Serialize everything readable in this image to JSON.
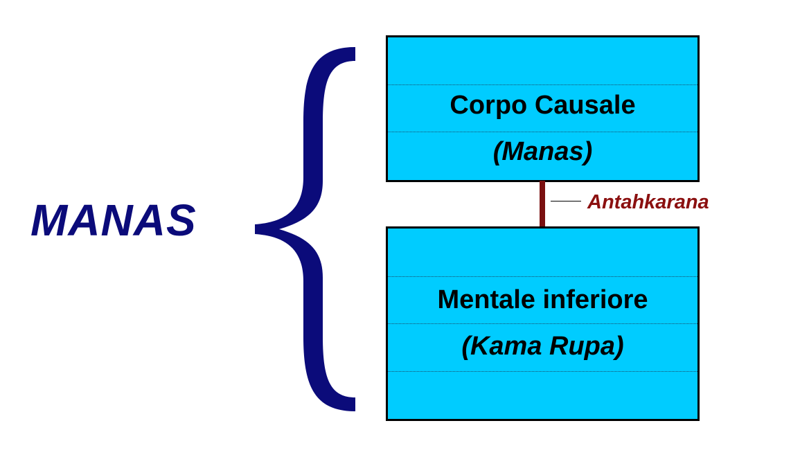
{
  "diagram": {
    "group_label": "MANAS",
    "upper_box": {
      "title": "Corpo Causale",
      "subtitle": "(Manas)"
    },
    "lower_box": {
      "title": "Mentale inferiore",
      "subtitle": "(Kama Rupa)"
    },
    "connector_label": "Antahkarana"
  },
  "colors": {
    "group_label": "#0b0b7a",
    "brace": "#0b0b7a",
    "box_fill": "#00ccff",
    "box_border": "#000000",
    "connector": "#7a1010",
    "connector_label": "#8b1010"
  }
}
